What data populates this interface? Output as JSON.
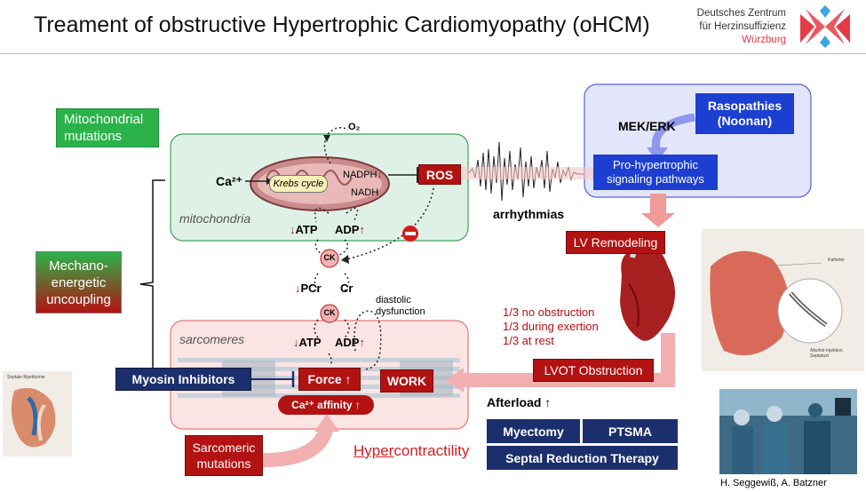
{
  "title": "Treament of obstructive Hypertrophic Cardiomyopathy (oHCM)",
  "logo": {
    "line1": "Deutsches Zentrum",
    "line2": "für Herzinsuffizienz",
    "line3": "Würzburg",
    "colors": {
      "red": "#e63b46",
      "blue": "#3aa7e0"
    }
  },
  "colors": {
    "dark_red": "#b31212",
    "green": "#2bb34a",
    "navy": "#1c2f6d",
    "blue": "#1d3fd1",
    "mito_bg": "#dff1e6",
    "sarc_bg": "#fbe4e4",
    "signal_bg": "#e3e6fb"
  },
  "boxes": {
    "mito_mutations": "Mitochondrial mutations",
    "mechano": "Mechano-energetic uncoupling",
    "sarcomeric": "Sarcomeric mutations",
    "ros": "ROS",
    "rasopathies": "Rasopathies (Noonan)",
    "pro_hypertrophic": "Pro-hypertrophic signaling pathways",
    "lv_remodeling": "LV Remodeling",
    "lvot": "LVOT Obstruction",
    "myosin_inhibitors": "Myosin Inhibitors",
    "force": "Force ↑",
    "work": "WORK",
    "ca_affinity": "Ca²⁺ affinity ↑",
    "myectomy": "Myectomy",
    "ptsma": "PTSMA",
    "septal_reduction": "Septal Reduction Therapy"
  },
  "labels": {
    "o2": "O₂",
    "ca2": "Ca²⁺",
    "krebs": "Krebs cycle",
    "nadph": "NADPH",
    "nadph_arrow": "↓",
    "nadh": "NADH",
    "mitochondria": "mitochondria",
    "atp": "ATP",
    "adp": "ADP",
    "ck": "CK",
    "pcr": "PCr",
    "cr": "Cr",
    "diastolic": "diastolic dysfunction",
    "sarcomeres": "sarcomeres",
    "mek_erk": "MEK/ERK",
    "arrhythmias": "arrhythmias",
    "obstruction_stats": [
      "1/3 no obstruction",
      "1/3 during exertion",
      "1/3 at rest"
    ],
    "afterload": "Afterload ↑",
    "hyper": "Hyper",
    "contractility": "contractility",
    "authors": "H. Seggewiß, A. Batzner",
    "up_arrow": "↑",
    "down_arrow": "↓"
  },
  "image_labels": {
    "septale_myektomie": "Septale Myektomie",
    "katheter": "Katheter",
    "alkohol": "Alkohol-Injektion Septalast"
  }
}
